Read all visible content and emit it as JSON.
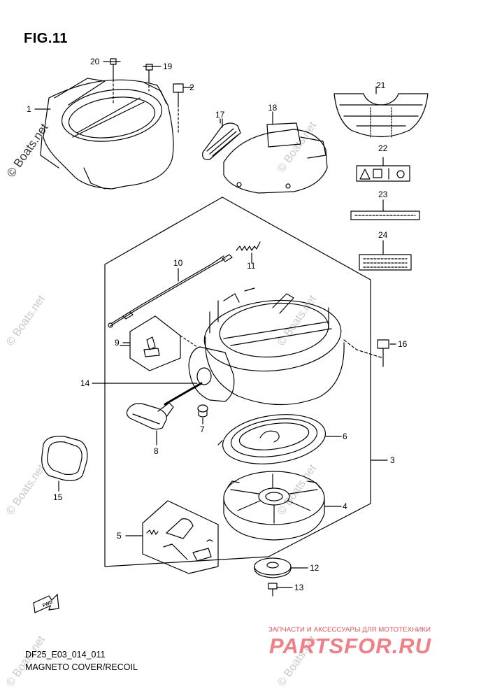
{
  "figure": {
    "title": "FIG.11",
    "code": "DF25_E03_014_011",
    "caption": "MAGNETO COVER/RECOIL"
  },
  "watermark": {
    "text": "© Boats.net"
  },
  "promo": {
    "tagline": "ЗАПЧАСТИ И АКСЕССУАРЫ ДЛЯ МОТОТЕХНИКИ",
    "brand": "PARTSFOR.RU"
  },
  "fwd_arrow": {
    "label": "FWD"
  },
  "callouts": {
    "c1": "1",
    "c2": "2",
    "c3": "3",
    "c4": "4",
    "c5": "5",
    "c6": "6",
    "c7": "7",
    "c8": "8",
    "c9": "9",
    "c10": "10",
    "c11": "11",
    "c12": "12",
    "c13": "13",
    "c14": "14",
    "c15": "15",
    "c16": "16",
    "c17": "17",
    "c18": "18",
    "c19": "19",
    "c20": "20",
    "c21": "21",
    "c22": "22",
    "c23": "23",
    "c24": "24"
  },
  "colors": {
    "line": "#000000",
    "watermark": "#c9c9c9",
    "brand": "#f08088"
  }
}
